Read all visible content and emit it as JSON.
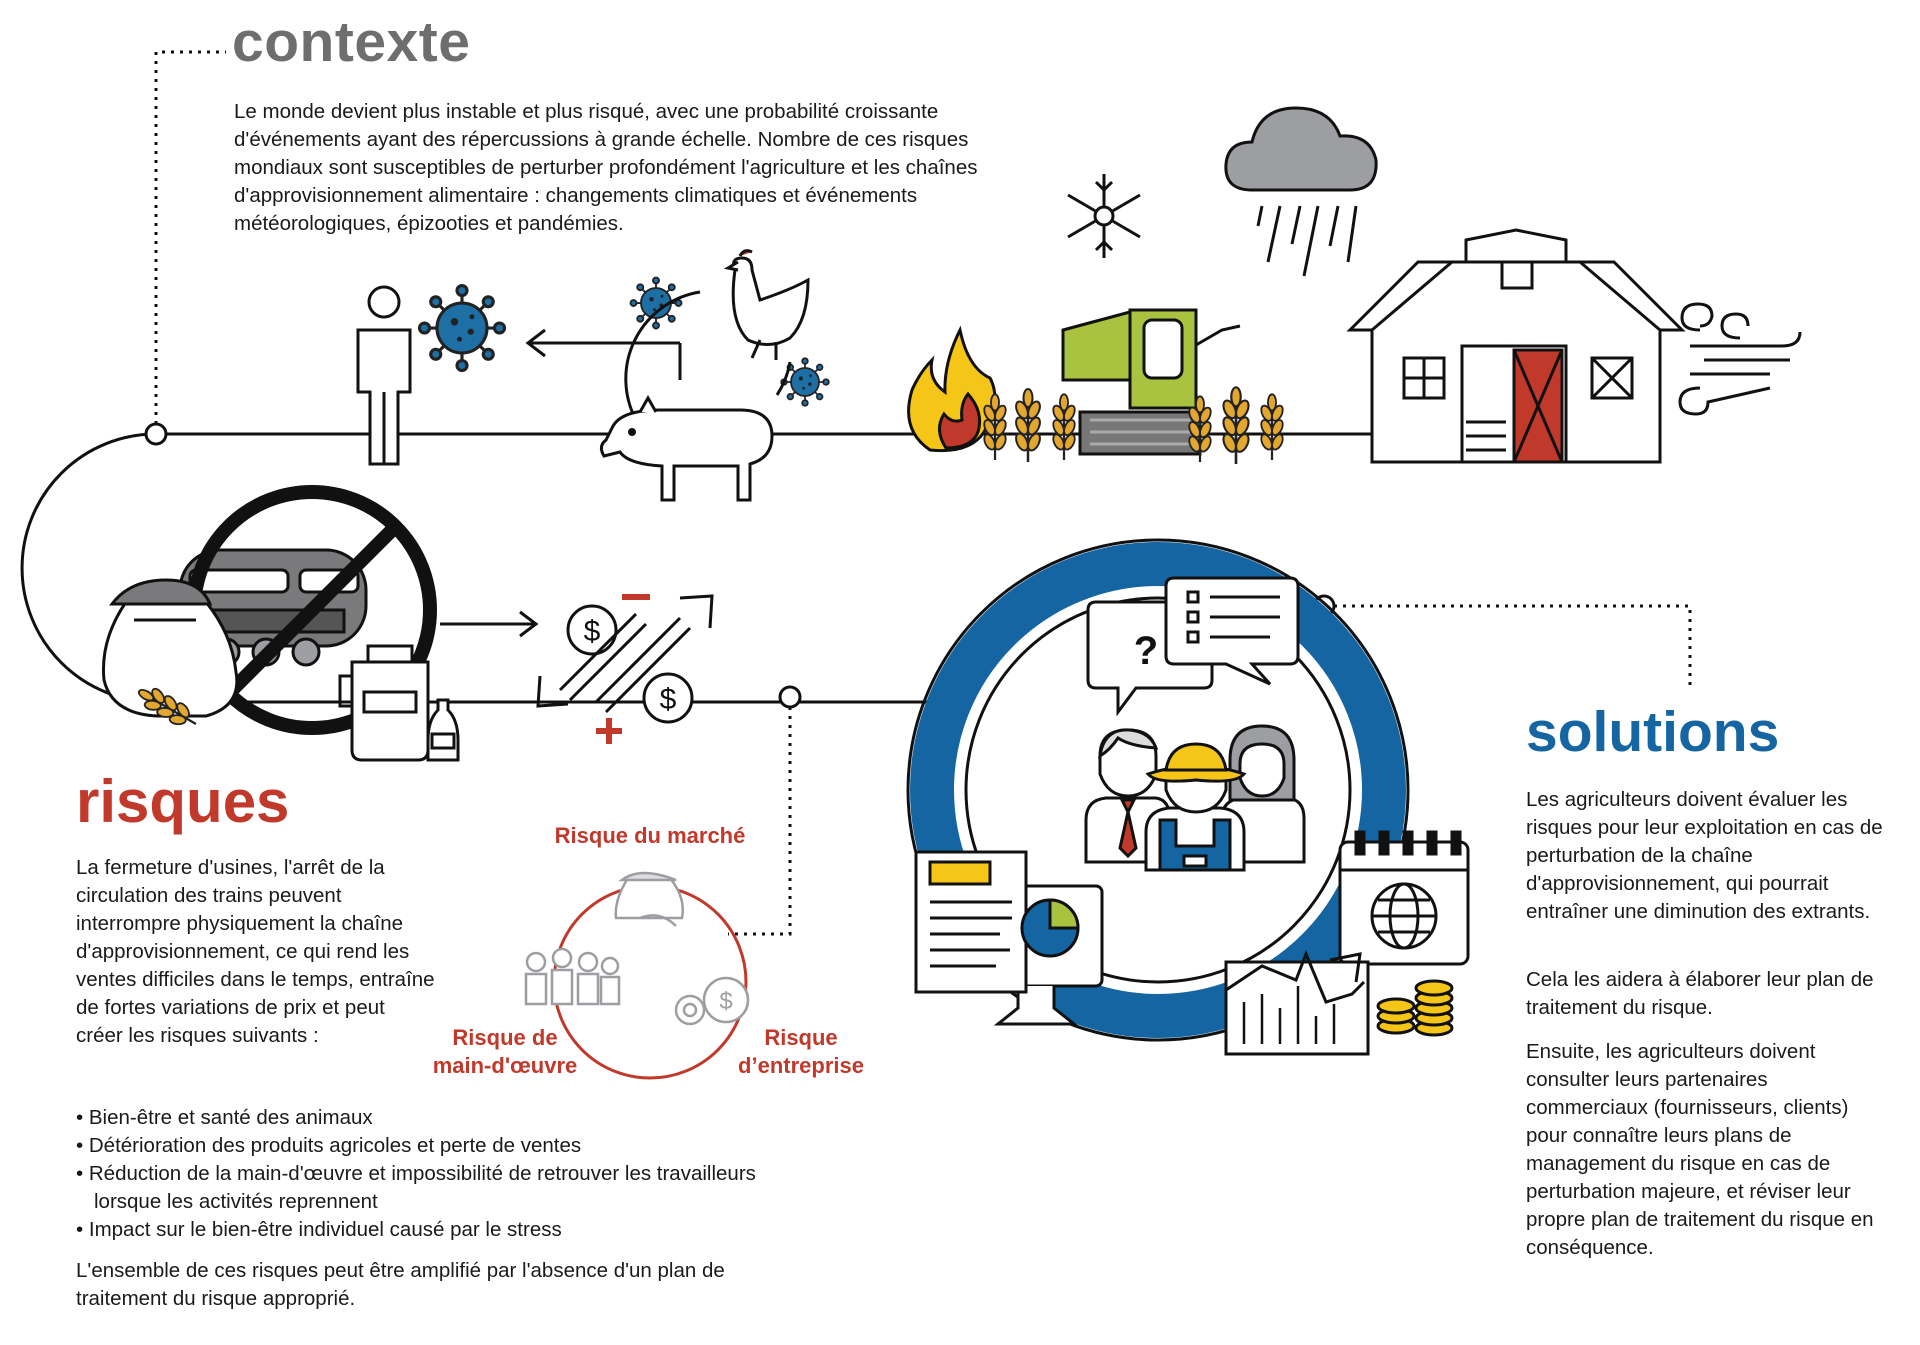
{
  "contexte": {
    "heading": "contexte",
    "text": "Le monde devient plus instable et plus risqué, avec une probabilité croissante d'événements ayant des répercussions à grande échelle. Nombre de ces risques mondiaux sont susceptibles de perturber profondément l'agriculture et les chaînes d'approvisionnement alimentaire : changements climatiques et événements météorologiques, épizooties et pandémies."
  },
  "risques": {
    "heading": "risques",
    "intro": "La fermeture d'usines, l'arrêt de la circulation des trains peuvent interrompre physiquement la chaîne d'approvisionnement, ce qui rend les ventes difficiles dans le temps, entraîne de fortes variations de prix et peut créer les risques suivants :",
    "items": [
      "• Bien-être et santé des animaux",
      "• Détérioration des produits agricoles et perte de ventes",
      "• Réduction de la main-d'œuvre et impossibilité de retrouver les travailleurs lorsque les activités reprennent",
      "• Impact sur le bien-être individuel causé par le stress"
    ],
    "conclusion": "L'ensemble de ces risques peut être amplifié par l'absence d'un plan de traitement du risque approprié.",
    "cycle": {
      "market": "Risque du marché",
      "labor_line1": "Risque de",
      "labor_line2": "main-d'œuvre",
      "enterprise_line1": "Risque",
      "enterprise_line2": "d’entreprise"
    }
  },
  "solutions": {
    "heading": "solutions",
    "paragraphs": [
      "Les agriculteurs doivent évaluer les risques pour leur exploitation en cas de perturbation de la chaîne d'approvisionnement, qui pourrait entraîner une diminution des extrants.",
      "Cela les aidera à élaborer leur plan de traitement du risque.",
      "Ensuite, les agriculteurs doivent consulter leurs partenaires commerciaux (fournisseurs, clients) pour connaître leurs plans de management du risque en cas de perturbation majeure, et réviser leur propre plan de traitement du risque en conséquence."
    ]
  },
  "icons": [
    "person-icon",
    "virus-icon",
    "chicken-icon",
    "pig-icon",
    "fire-icon",
    "wheat-icon",
    "harvester-icon",
    "snowflake-icon",
    "rain-cloud-icon",
    "barn-icon",
    "wind-icon",
    "train-prohibited-icon",
    "grain-sack-icon",
    "milk-can-icon",
    "milk-bottle-icon",
    "price-swing-icon",
    "question-bubble-icon",
    "checklist-bubble-icon",
    "farmers-group-icon",
    "report-monitor-icon",
    "calendar-globe-icon",
    "growth-chart-icon",
    "coins-icon"
  ],
  "colors": {
    "risk_red": "#c0392b",
    "solution_blue": "#1565a3",
    "context_gray": "#6d6e70",
    "virus_blue": "#1d6fa5",
    "harvester_green": "#a9c23f",
    "flame_yellow": "#f5c518",
    "grain_gold": "#e3a72f"
  }
}
